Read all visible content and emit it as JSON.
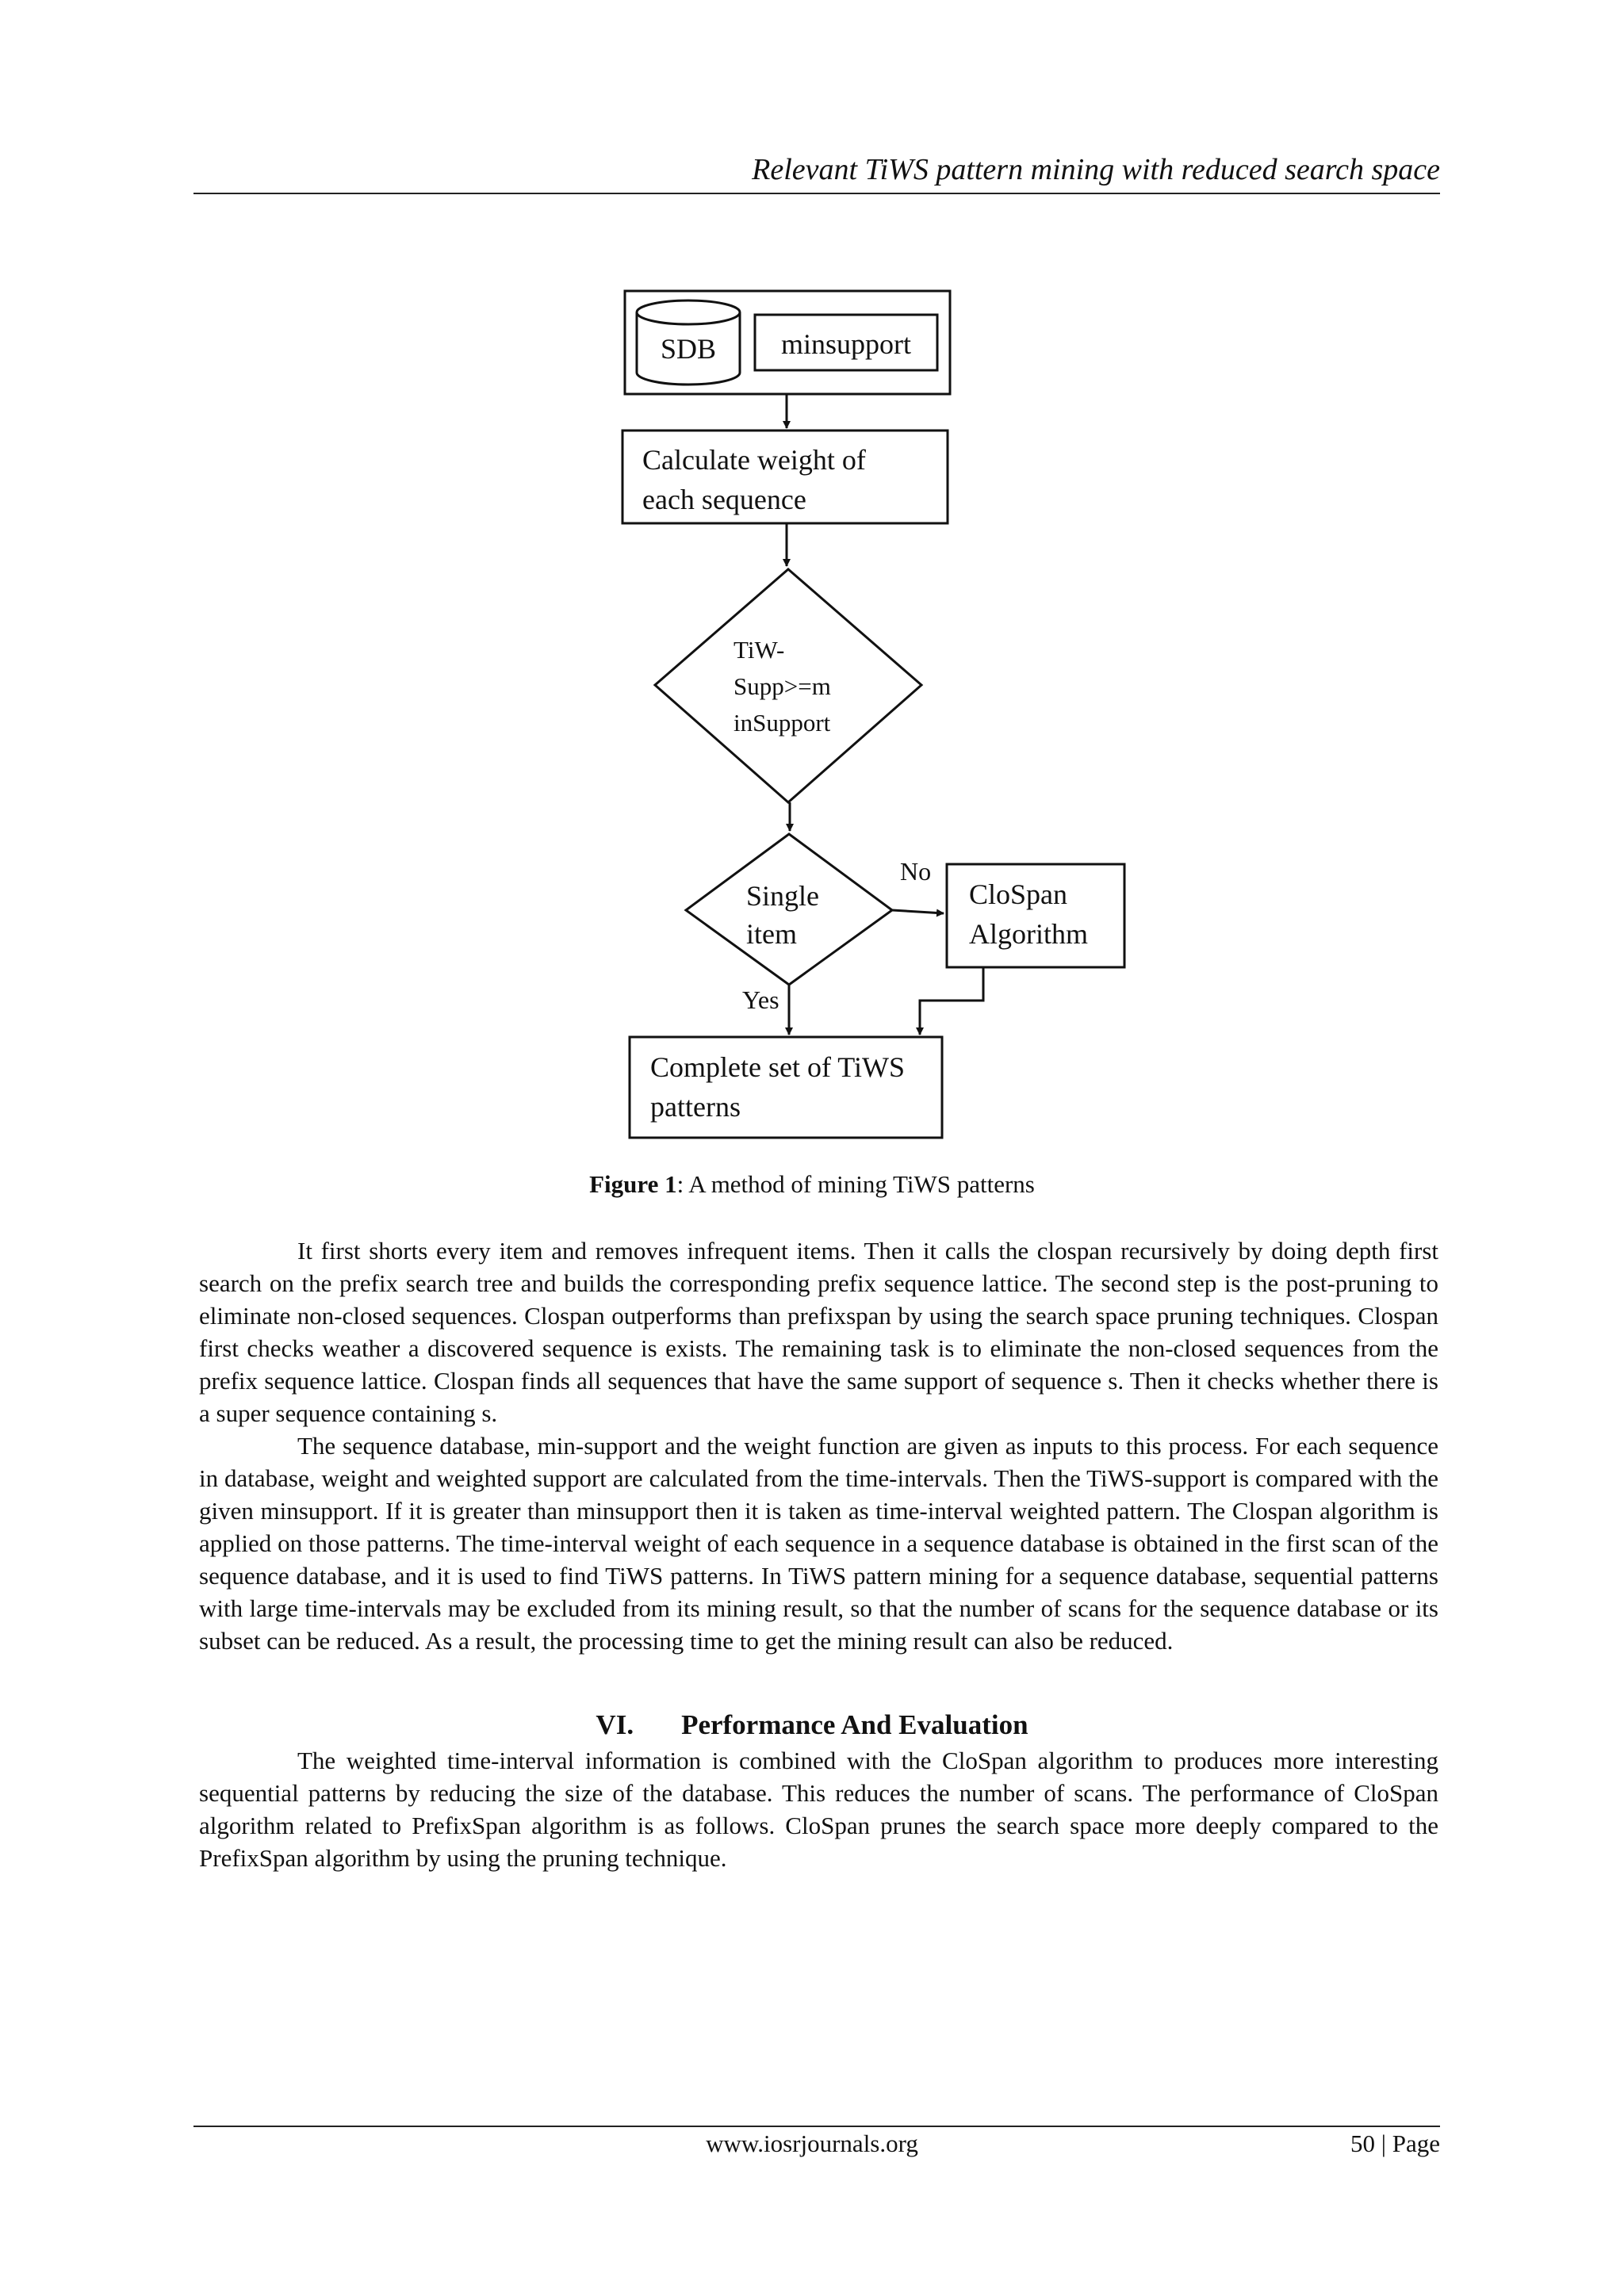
{
  "header": {
    "running_title": "Relevant TiWS pattern mining with reduced search space"
  },
  "figure": {
    "nodes": {
      "sdb": "SDB",
      "minsupport": "minsupport",
      "calc_line1": "Calculate weight of",
      "calc_line2": "each sequence",
      "diamond1_line1": "TiW-",
      "diamond1_line2": "Supp>=m",
      "diamond1_line3": "inSupport",
      "diamond2_line1": "Single",
      "diamond2_line2": "item",
      "clospan_line1": "CloSpan",
      "clospan_line2": "Algorithm",
      "complete_line1": "Complete set of TiWS",
      "complete_line2": "patterns"
    },
    "labels": {
      "no": "No",
      "yes": "Yes"
    },
    "caption_label": "Figure 1",
    "caption_text": ": A method of mining TiWS patterns"
  },
  "body": {
    "paragraph1": "It first shorts every item and removes infrequent items. Then it calls the clospan recursively by doing depth first search on the prefix search tree and builds the corresponding prefix sequence lattice. The second step is the post-pruning to eliminate non-closed sequences. Clospan outperforms than prefixspan by using the search space pruning techniques. Clospan first checks weather a discovered sequence is exists. The remaining task is to eliminate the non-closed sequences from the prefix sequence lattice. Clospan finds all sequences that have the same support of sequence s. Then it checks whether there is a super sequence containing s.",
    "paragraph2": "The sequence database, min-support and the weight function are given as inputs to this process. For each sequence in database, weight and weighted support are calculated from the time-intervals. Then the TiWS-support is compared with the given minsupport. If it is greater than minsupport then it is taken as time-interval weighted pattern. The Clospan algorithm is applied on those patterns. The time-interval weight of each sequence in a sequence database is obtained in the first scan of the sequence database, and it is used to find TiWS patterns. In TiWS pattern mining for a sequence database, sequential patterns with large time-intervals may be excluded from its mining result, so that the number of scans for the sequence database or its subset can be reduced. As a result, the processing time to get the mining result can also be reduced.",
    "section_number": "VI.",
    "section_title": "Performance And Evaluation",
    "paragraph3": "The weighted time-interval information is combined with the CloSpan algorithm to produces more interesting sequential patterns by reducing the size of the database. This  reduces the number of scans. The performance of CloSpan algorithm related to PrefixSpan algorithm is as follows. CloSpan prunes the search space more deeply compared to the PrefixSpan algorithm by using the pruning technique."
  },
  "footer": {
    "url": "www.iosrjournals.org",
    "page": "50 | Page"
  }
}
